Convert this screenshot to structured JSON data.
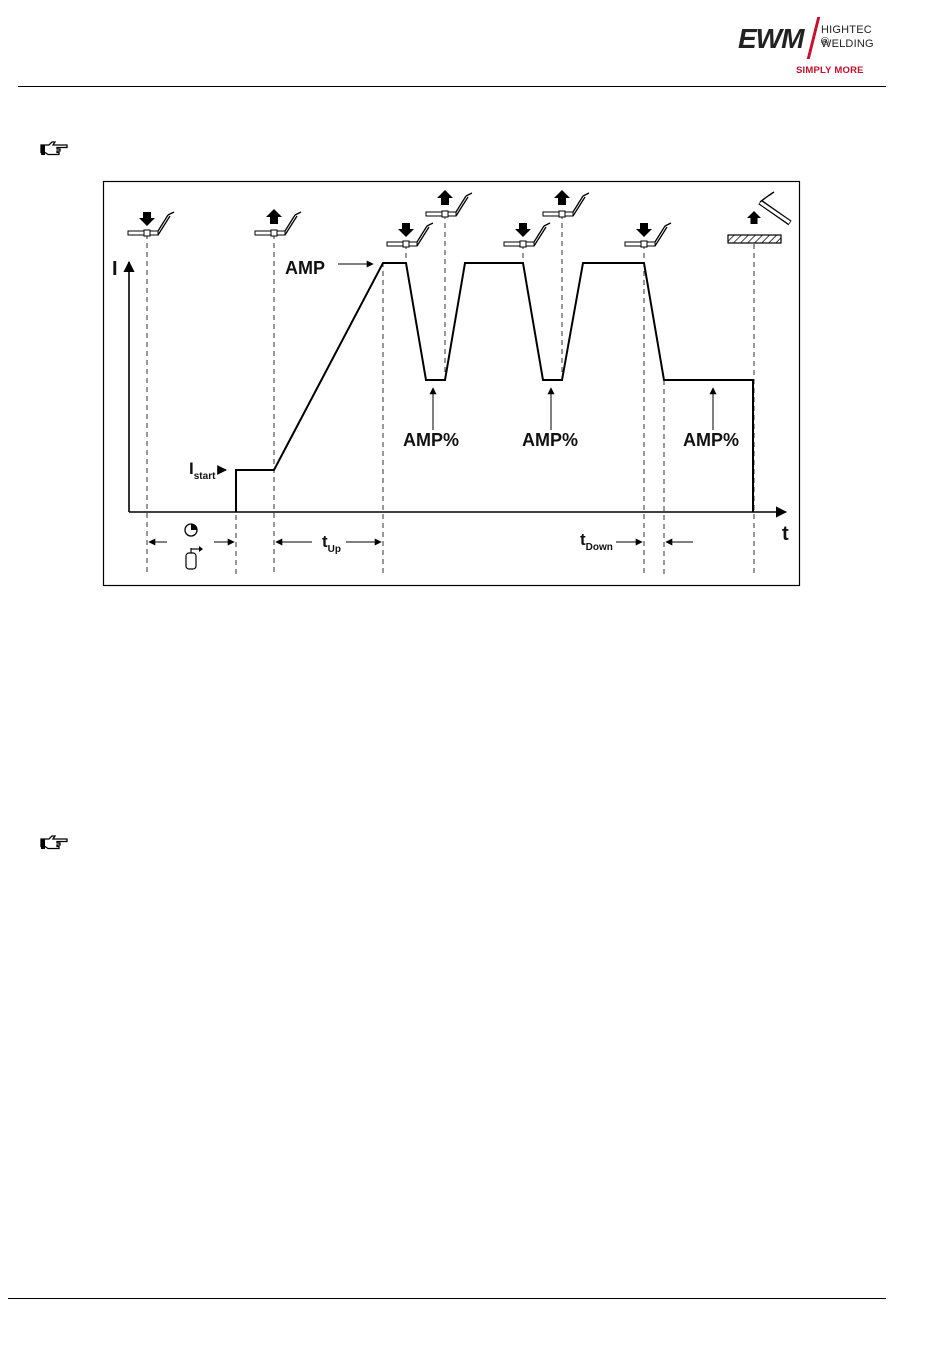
{
  "header": {
    "logo": {
      "wordmark": "EWM",
      "line1": "HIGHTEC ®",
      "line2": "WELDING",
      "tagline": "SIMPLY MORE",
      "brand_color": "#c8102e"
    }
  },
  "notes": [
    {
      "icon": "pointing-hand-icon"
    },
    {
      "icon": "pointing-hand-icon"
    }
  ],
  "diagram": {
    "y_axis_label": "I",
    "x_axis_label": "t",
    "labels": {
      "amp": "AMP",
      "amp_pct_1": "AMP%",
      "amp_pct_2": "AMP%",
      "amp_pct_3": "AMP%",
      "i_start_main": "I",
      "i_start_sub": "start",
      "t_up_main": "t",
      "t_up_sub": "Up",
      "t_down_main": "t",
      "t_down_sub": "Down"
    },
    "icons": {
      "torch_press": "torch-trigger-press-icon",
      "torch_release": "torch-trigger-release-icon",
      "torch_lift": "torch-lift-off-icon",
      "gas": "gas-cylinder-icon",
      "timer": "timer-icon"
    }
  }
}
